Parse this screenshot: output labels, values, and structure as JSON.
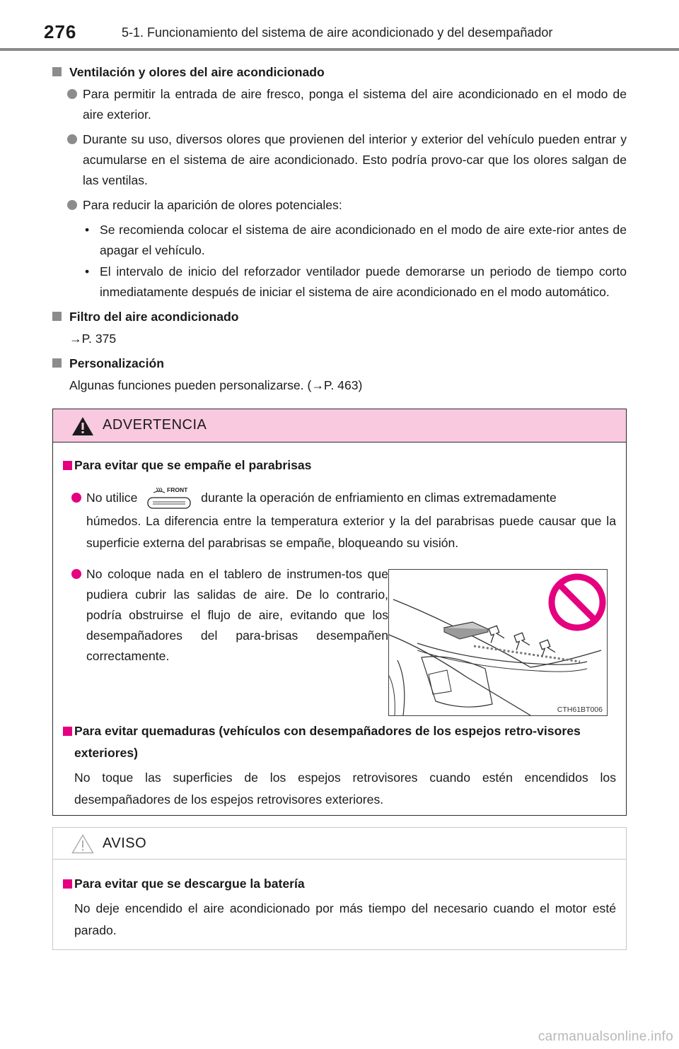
{
  "header": {
    "page_number": "276",
    "chapter": "5-1. Funcionamiento del sistema de aire acondicionado y del desempañador"
  },
  "sections": {
    "ventilacion": {
      "title": "Ventilación y olores del aire acondicionado",
      "b1": "Para permitir la entrada de aire fresco, ponga el sistema del aire acondicionado en el modo de aire exterior.",
      "b2": "Durante su uso, diversos olores que provienen del interior y exterior del vehículo pueden entrar y acumularse en el sistema de aire acondicionado. Esto podría provo-car que los olores salgan de las ventilas.",
      "b3": "Para reducir la aparición de olores potenciales:",
      "s1": "Se recomienda colocar el sistema de aire acondicionado en el modo de aire exte-rior antes de apagar el vehículo.",
      "s2": "El intervalo de inicio del reforzador ventilador puede demorarse un periodo de tiempo corto inmediatamente después de iniciar el sistema de aire acondicionado en el modo automático.",
      "sub_bullet": "•"
    },
    "filtro": {
      "title": "Filtro del aire acondicionado",
      "ref": "→P. 375"
    },
    "personalizacion": {
      "title": "Personalización",
      "text": "Algunas funciones pueden personalizarse. (→P. 463)"
    }
  },
  "warning": {
    "label": "ADVERTENCIA",
    "t1": "Para evitar que se empañe el parabrisas",
    "p1_before": "No utilice",
    "p1_after": "durante la operación de enfriamiento en climas extremadamente",
    "p1_cont": "húmedos. La diferencia entre la temperatura exterior y la del parabrisas puede causar que la superficie externa del parabrisas se empañe, bloqueando su visión.",
    "button_text": "FRONT",
    "p2": "No coloque nada en el tablero de instrumen-tos que pudiera cubrir las salidas de aire. De lo contrario, podría obstruirse el flujo de aire, evitando que los desempañadores del para-brisas desempañen correctamente.",
    "illustration_code": "CTH61BT006",
    "t2": "Para evitar quemaduras (vehículos con desempañadores de los espejos retro-visores exteriores)",
    "p3": "No toque las superficies de los espejos retrovisores cuando estén encendidos los desempañadores de los espejos retrovisores exteriores."
  },
  "notice": {
    "label": "AVISO",
    "t1": "Para evitar que se descargue la batería",
    "p1": "No deje encendido el aire acondicionado por más tiempo del necesario cuando el motor esté parado."
  },
  "watermark": "carmanualsonline.info",
  "colors": {
    "warning_header": "#f9c9e0",
    "accent_pink": "#e4007f",
    "bullet_gray": "#8c8c8c"
  }
}
